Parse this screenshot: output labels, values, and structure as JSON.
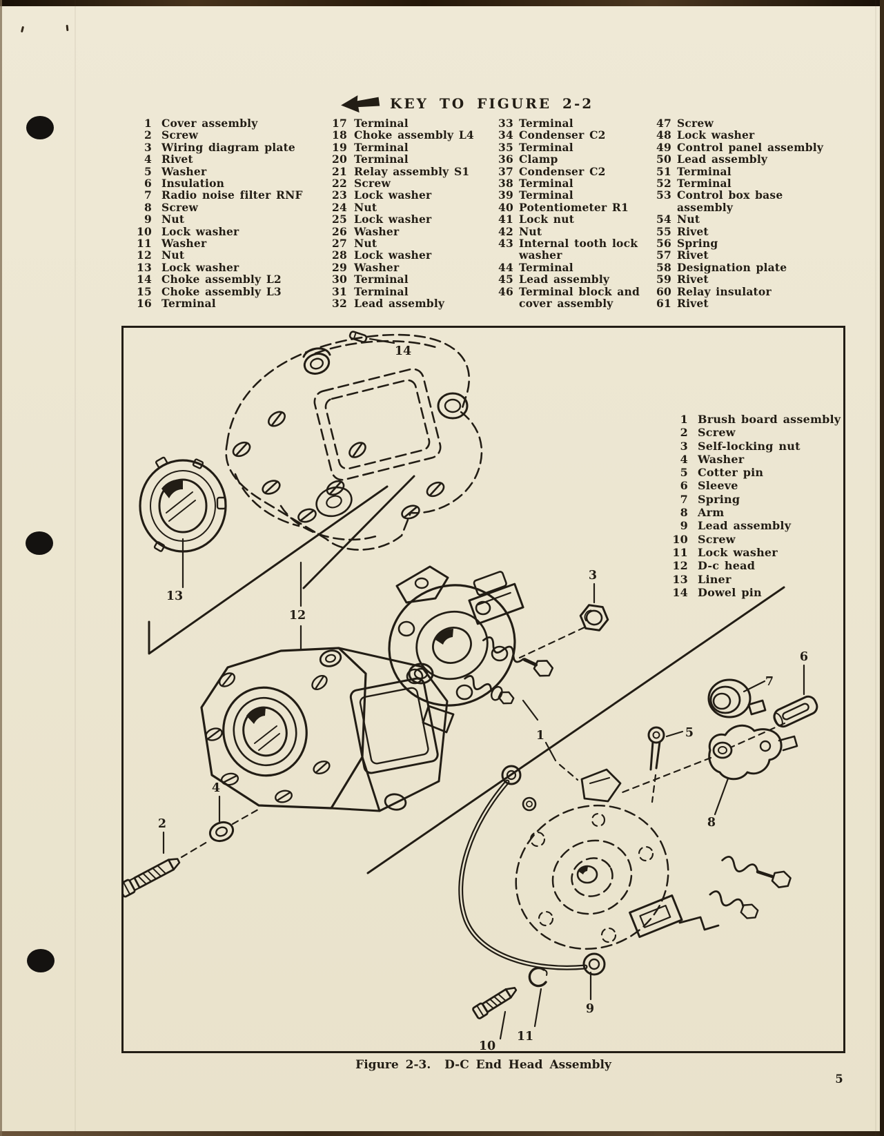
{
  "page": {
    "number": "5"
  },
  "colors": {
    "paper": "#ece6d1",
    "ink": "#221d15"
  },
  "header": {
    "arrow_icon": "left-arrow",
    "title": "KEY TO FIGURE 2-2"
  },
  "key_list": {
    "columns": [
      {
        "items": [
          {
            "num": "1",
            "label": "Cover assembly"
          },
          {
            "num": "2",
            "label": "Screw"
          },
          {
            "num": "3",
            "label": "Wiring diagram plate"
          },
          {
            "num": "4",
            "label": "Rivet"
          },
          {
            "num": "5",
            "label": "Washer"
          },
          {
            "num": "6",
            "label": "Insulation"
          },
          {
            "num": "7",
            "label": "Radio noise filter RNF"
          },
          {
            "num": "8",
            "label": "Screw"
          },
          {
            "num": "9",
            "label": "Nut"
          },
          {
            "num": "10",
            "label": "Lock washer"
          },
          {
            "num": "11",
            "label": "Washer"
          },
          {
            "num": "12",
            "label": "Nut"
          },
          {
            "num": "13",
            "label": "Lock washer"
          },
          {
            "num": "14",
            "label": "Choke assembly L2"
          },
          {
            "num": "15",
            "label": "Choke assembly L3"
          },
          {
            "num": "16",
            "label": "Terminal"
          }
        ]
      },
      {
        "items": [
          {
            "num": "17",
            "label": "Terminal"
          },
          {
            "num": "18",
            "label": "Choke assembly L4"
          },
          {
            "num": "19",
            "label": "Terminal"
          },
          {
            "num": "20",
            "label": "Terminal"
          },
          {
            "num": "21",
            "label": "Relay assembly S1"
          },
          {
            "num": "22",
            "label": "Screw"
          },
          {
            "num": "23",
            "label": "Lock washer"
          },
          {
            "num": "24",
            "label": "Nut"
          },
          {
            "num": "25",
            "label": "Lock washer"
          },
          {
            "num": "26",
            "label": "Washer"
          },
          {
            "num": "27",
            "label": "Nut"
          },
          {
            "num": "28",
            "label": "Lock washer"
          },
          {
            "num": "29",
            "label": "Washer"
          },
          {
            "num": "30",
            "label": "Terminal"
          },
          {
            "num": "31",
            "label": "Terminal"
          },
          {
            "num": "32",
            "label": "Lead assembly"
          }
        ]
      },
      {
        "items": [
          {
            "num": "33",
            "label": "Terminal"
          },
          {
            "num": "34",
            "label": "Condenser C2"
          },
          {
            "num": "35",
            "label": "Terminal"
          },
          {
            "num": "36",
            "label": "Clamp"
          },
          {
            "num": "37",
            "label": "Condenser C2"
          },
          {
            "num": "38",
            "label": "Terminal"
          },
          {
            "num": "39",
            "label": "Terminal"
          },
          {
            "num": "40",
            "label": "Potentiometer R1"
          },
          {
            "num": "41",
            "label": "Lock nut"
          },
          {
            "num": "42",
            "label": "Nut"
          },
          {
            "num": "43",
            "label": "Internal tooth lock",
            "label2": "washer"
          },
          {
            "num": "44",
            "label": "Terminal"
          },
          {
            "num": "45",
            "label": "Lead assembly"
          },
          {
            "num": "46",
            "label": "Terminal block and",
            "label2": "cover assembly"
          }
        ]
      },
      {
        "items": [
          {
            "num": "47",
            "label": "Screw"
          },
          {
            "num": "48",
            "label": "Lock washer"
          },
          {
            "num": "49",
            "label": "Control panel assembly"
          },
          {
            "num": "50",
            "label": "Lead assembly"
          },
          {
            "num": "51",
            "label": "Terminal"
          },
          {
            "num": "52",
            "label": "Terminal"
          },
          {
            "num": "53",
            "label": "Control box base",
            "label2": "assembly"
          },
          {
            "num": "54",
            "label": "Nut"
          },
          {
            "num": "55",
            "label": "Rivet"
          },
          {
            "num": "56",
            "label": "Spring"
          },
          {
            "num": "57",
            "label": "Rivet"
          },
          {
            "num": "58",
            "label": "Designation plate"
          },
          {
            "num": "59",
            "label": "Rivet"
          },
          {
            "num": "60",
            "label": "Relay insulator"
          },
          {
            "num": "61",
            "label": "Rivet"
          }
        ]
      }
    ]
  },
  "figure": {
    "caption": "Figure 2-3.  D-C End Head Assembly",
    "key": {
      "items": [
        {
          "num": "1",
          "label": "Brush board assembly"
        },
        {
          "num": "2",
          "label": "Screw"
        },
        {
          "num": "3",
          "label": "Self-locking nut"
        },
        {
          "num": "4",
          "label": "Washer"
        },
        {
          "num": "5",
          "label": "Cotter pin"
        },
        {
          "num": "6",
          "label": "Sleeve"
        },
        {
          "num": "7",
          "label": "Spring"
        },
        {
          "num": "8",
          "label": "Arm"
        },
        {
          "num": "9",
          "label": "Lead assembly"
        },
        {
          "num": "10",
          "label": "Screw"
        },
        {
          "num": "11",
          "label": "Lock washer"
        },
        {
          "num": "12",
          "label": "D-c head"
        },
        {
          "num": "13",
          "label": "Liner"
        },
        {
          "num": "14",
          "label": "Dowel pin"
        }
      ]
    },
    "callouts": [
      "1",
      "2",
      "3",
      "4",
      "5",
      "6",
      "7",
      "8",
      "9",
      "10",
      "11",
      "12",
      "13",
      "14"
    ]
  }
}
